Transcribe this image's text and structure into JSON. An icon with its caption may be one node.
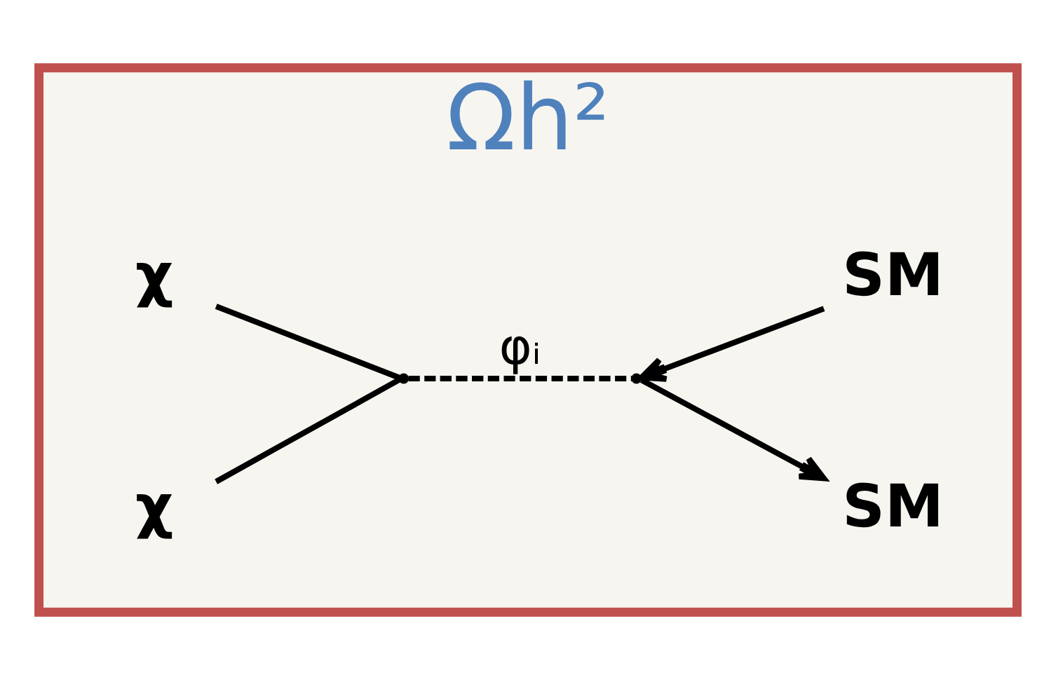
{
  "diagram": {
    "nodes": [
      {
        "text": [
          "Ωh²"
        ]
      },
      {
        "text": [
          "χ"
        ],
        "in": 0
      },
      {
        "text": [
          "χ"
        ],
        "in": 0
      },
      {
        "text": [],
        "shape": "point",
        "in": 0
      },
      {
        "text": [],
        "shape": "point",
        "in": 0
      },
      {
        "text": [
          "SM"
        ],
        "in": 0
      },
      {
        "text": [
          "SM"
        ],
        "in": 0
      }
    ],
    "edges": [
      {
        "from": 1,
        "to": 3,
        "arrow": "none"
      },
      {
        "from": 2,
        "to": 3,
        "arrow": "none"
      },
      {
        "from": 3,
        "to": 4,
        "arrow": "none",
        "style": "dashed",
        "label": "φᵢ"
      },
      {
        "from": 4,
        "to": 5,
        "arrow": "to"
      },
      {
        "from": 6,
        "to": 4,
        "arrow": "to"
      }
    ]
  }
}
